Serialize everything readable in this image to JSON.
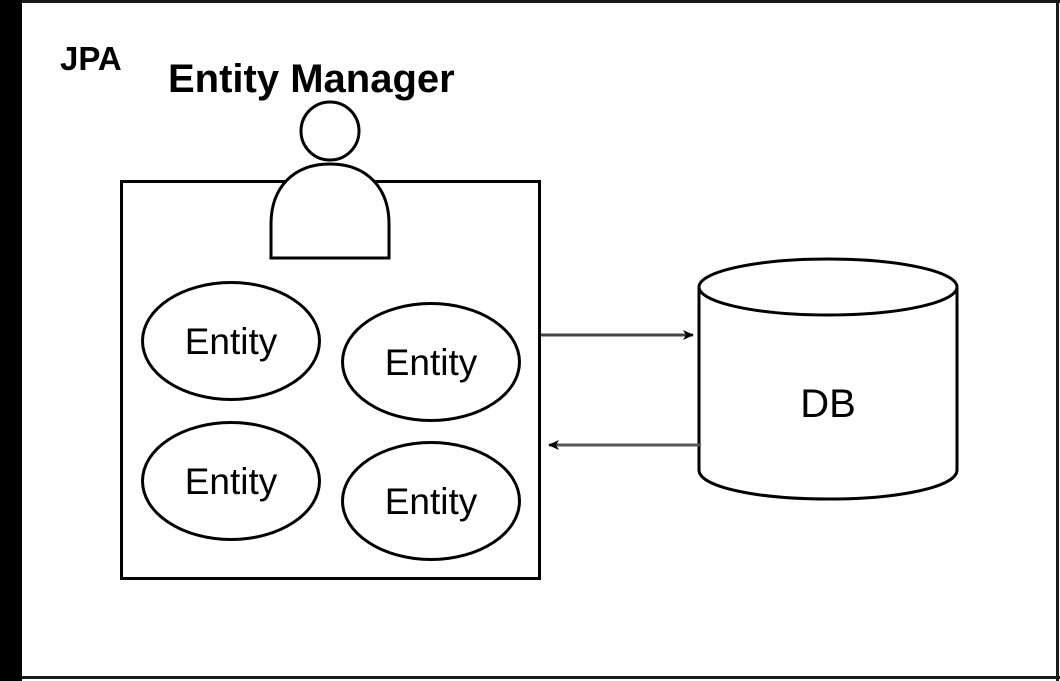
{
  "diagram": {
    "title_small": "JPA",
    "title_main": "Entity Manager",
    "actor_icon": "person-icon",
    "container": {
      "name": "persistence-context-box",
      "entities": [
        {
          "label": "Entity"
        },
        {
          "label": "Entity"
        },
        {
          "label": "Entity"
        },
        {
          "label": "Entity"
        }
      ]
    },
    "database": {
      "label": "DB",
      "icon": "cylinder-database-icon"
    },
    "connectors": [
      {
        "name": "flush-arrow",
        "direction": "right",
        "from": "persistence-context-box",
        "to": "DB"
      },
      {
        "name": "load-arrow",
        "direction": "left",
        "from": "DB",
        "to": "persistence-context-box"
      }
    ]
  },
  "colors": {
    "stroke": "#000000",
    "background": "#ffffff",
    "frame": "#1a1a1a"
  }
}
